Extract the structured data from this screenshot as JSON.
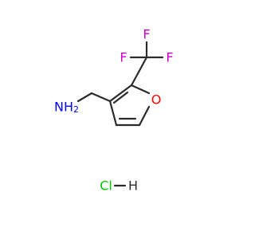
{
  "molecule": {
    "atoms": {
      "f_top": "F",
      "f_left": "F",
      "f_right": "F",
      "oxygen": "O",
      "amine": "NH",
      "amine_h": "2",
      "chlorine": "Cl",
      "hydrogen": "H"
    },
    "colors": {
      "bond": "#2b2b2b",
      "fluorine": "#c800c8",
      "oxygen": "#ff0000",
      "nitrogen": "#0000ff",
      "chlorine": "#00c800",
      "hydrogen": "#2b2b2b"
    }
  }
}
